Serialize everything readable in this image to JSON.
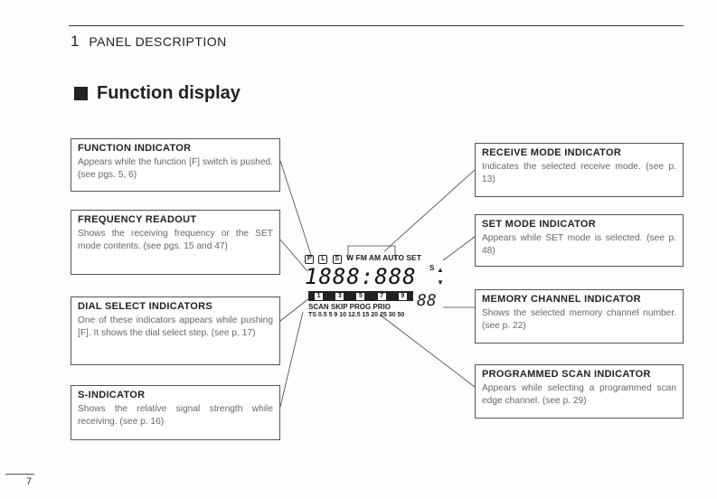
{
  "header": {
    "chapter_number": "1",
    "chapter_title": "PANEL DESCRIPTION"
  },
  "section": {
    "title": "Function display"
  },
  "left_boxes": [
    {
      "heading": "FUNCTION INDICATOR",
      "text": "Appears while the function [F] switch is pushed. (see pgs. 5, 6)"
    },
    {
      "heading": "FREQUENCY READOUT",
      "text": "Shows the receiving frequency or the SET mode contents. (see pgs. 15 and 47)"
    },
    {
      "heading": "DIAL SELECT INDICATORS",
      "text": "One of these indicators appears while pushing [F]. It shows the dial select step. (see p. 17)"
    },
    {
      "heading": "S-INDICATOR",
      "text": "Shows the relative signal strength while receiving. (see p. 16)"
    }
  ],
  "right_boxes": [
    {
      "heading": "RECEIVE MODE INDICATOR",
      "text": "Indicates the selected receive mode. (see p. 13)"
    },
    {
      "heading": "SET MODE INDICATOR",
      "text": "Appears while SET mode is selected. (see p. 48)"
    },
    {
      "heading": "MEMORY CHANNEL INDICATOR",
      "text": "Shows the selected memory channel number. (see p. 22)"
    },
    {
      "heading": "PROGRAMMED SCAN INDICATOR",
      "text": "Appears while selecting a programmed scan edge channel. (see p. 29)"
    }
  ],
  "lcd": {
    "flags": [
      "F",
      "L",
      "S"
    ],
    "modes": "W FM AM AUTO SET",
    "frequency": "1888:888",
    "s_label": "S",
    "dial_digits": [
      "1",
      "3",
      "5",
      "7",
      "9"
    ],
    "scan_row": "SCAN SKIP PROG PRIO",
    "steps_row": "TS 0.5 5 9 10 12.5 15 20 25 30 50",
    "memory_channel": "88"
  },
  "footer": {
    "page_number": "7"
  }
}
